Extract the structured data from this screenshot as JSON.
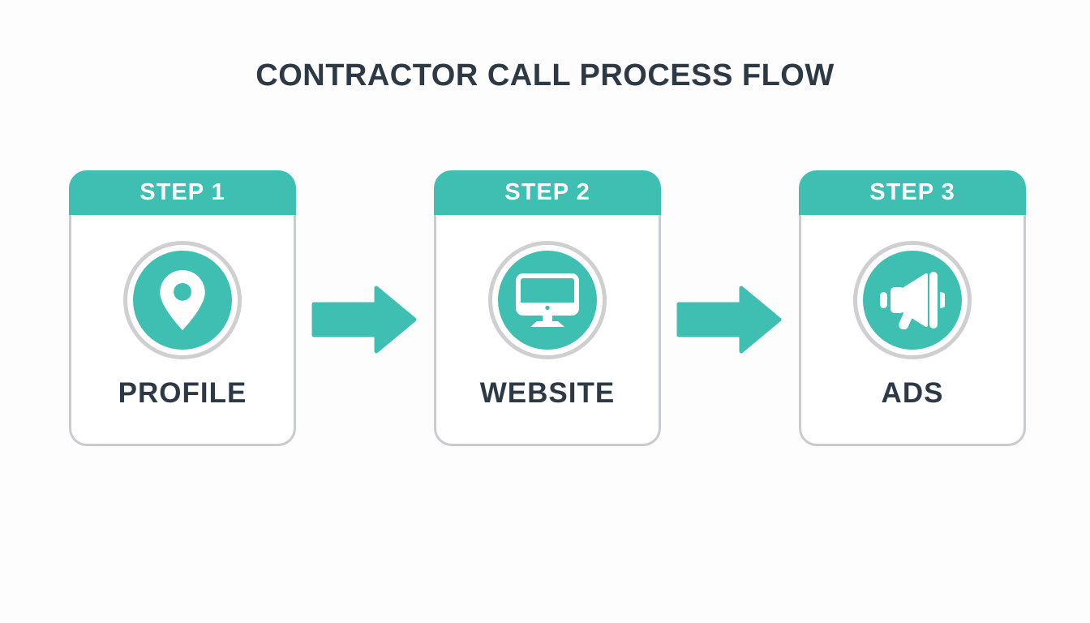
{
  "title": "CONTRACTOR CALL PROCESS FLOW",
  "colors": {
    "teal": "#3EBFB2",
    "dark_text": "#2D3A45",
    "card_border": "#C9CCCE",
    "ring_gray": "#CFCFD1",
    "card_background": "#FFFFFF",
    "page_background": "#FDFDFD",
    "header_text": "#FFFFFF"
  },
  "steps": [
    {
      "step_label": "STEP 1",
      "name": "PROFILE",
      "icon": "location-pin-icon"
    },
    {
      "step_label": "STEP 2",
      "name": "WEBSITE",
      "icon": "monitor-icon"
    },
    {
      "step_label": "STEP 3",
      "name": "ADS",
      "icon": "megaphone-icon"
    }
  ],
  "connectors": [
    {
      "icon": "arrow-right-icon"
    },
    {
      "icon": "arrow-right-icon"
    }
  ]
}
